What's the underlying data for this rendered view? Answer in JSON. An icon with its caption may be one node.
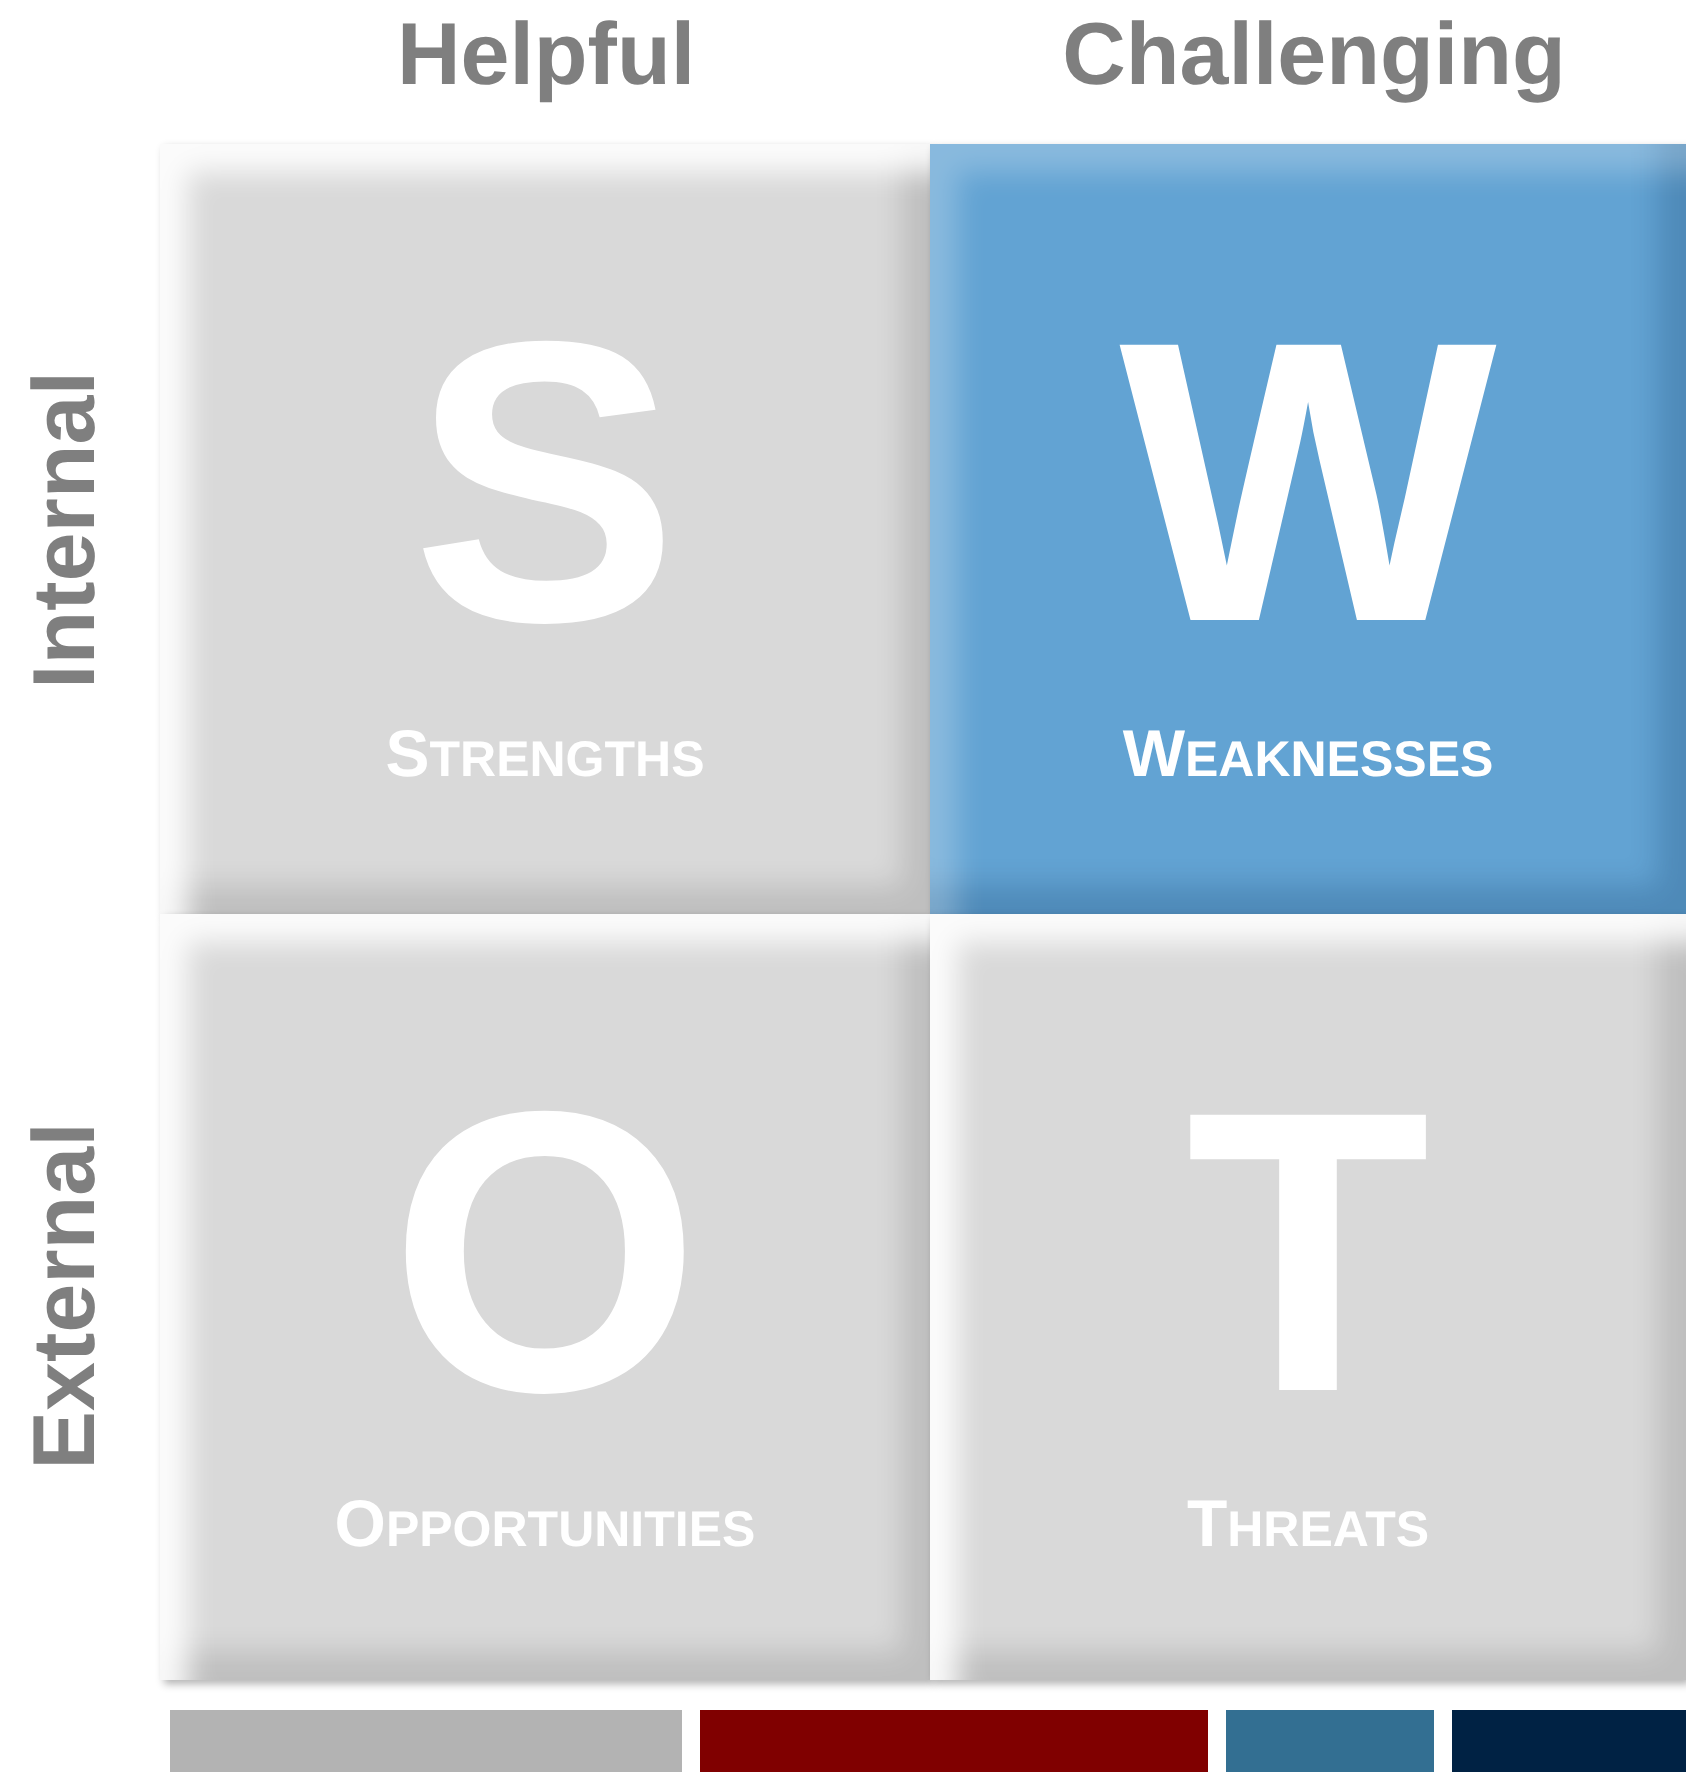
{
  "diagram": {
    "nodes": [
      {
        "text": [
          "S",
          "STRENGTHS"
        ]
      },
      {
        "text": [
          "W",
          "WEAKNESSES"
        ]
      },
      {
        "text": [
          "O",
          "OPPORTUNITIES"
        ]
      },
      {
        "text": [
          "T",
          "THREATS"
        ]
      }
    ],
    "labels": [
      "Helpful",
      "Challenging",
      "Internal",
      "External"
    ]
  }
}
